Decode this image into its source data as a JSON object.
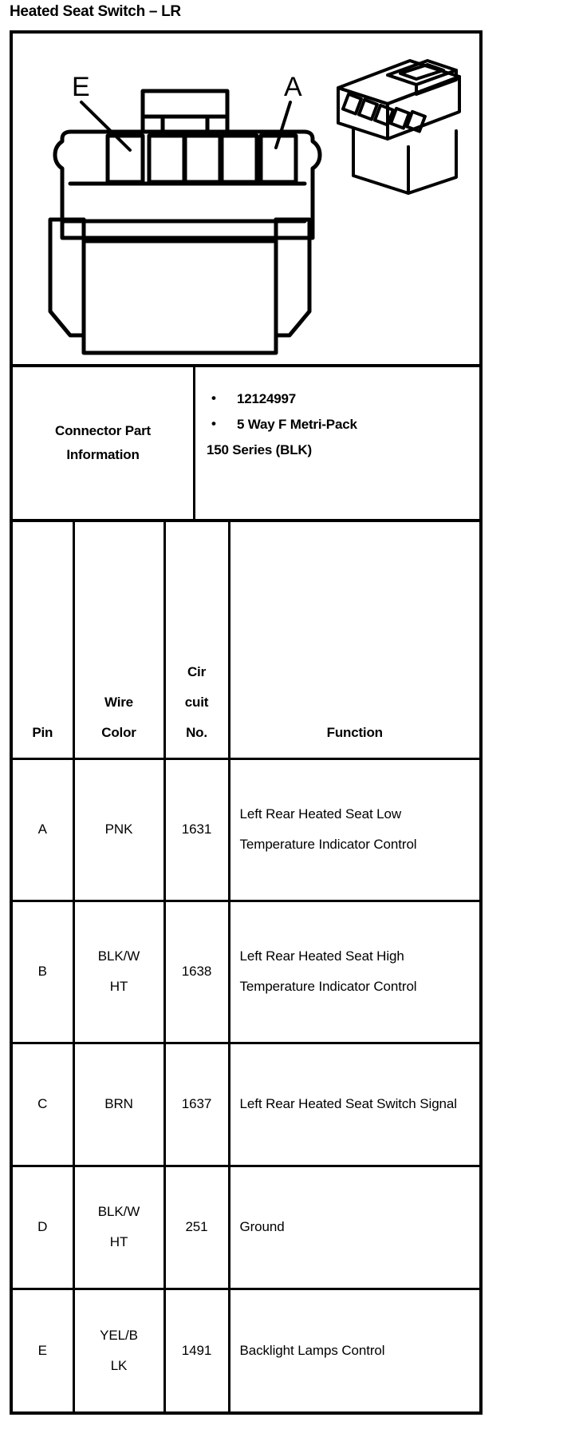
{
  "document": {
    "title": "Heated Seat Switch – LR"
  },
  "diagram": {
    "name": "connector-face-view",
    "callouts": [
      {
        "label": "E",
        "cavity": 1
      },
      {
        "label": "A",
        "cavity": 5
      }
    ],
    "cavity_count": 5,
    "inset_view": "isometric-connector-view"
  },
  "connector_part": {
    "label_line1": "Connector Part",
    "label_line2": "Information",
    "bullet": "•",
    "items": [
      "12124997",
      "5 Way F Metri-Pack"
    ],
    "continuation": "150 Series (BLK)"
  },
  "pin_table": {
    "headers": {
      "pin": "Pin",
      "wire_line1": "Wire",
      "wire_line2": "Color",
      "circuit_line1": "Cir",
      "circuit_line2": "cuit",
      "circuit_line3": "No.",
      "function": "Function"
    },
    "rows": [
      {
        "pin": "A",
        "wire_line1": "PNK",
        "wire_line2": "",
        "circuit": "1631",
        "function": "Left Rear Heated Seat Low Temperature Indicator Control"
      },
      {
        "pin": "B",
        "wire_line1": "BLK/W",
        "wire_line2": "HT",
        "circuit": "1638",
        "function": "Left Rear Heated Seat High Temperature Indicator Control"
      },
      {
        "pin": "C",
        "wire_line1": "BRN",
        "wire_line2": "",
        "circuit": "1637",
        "function": "Left Rear Heated Seat Switch Signal"
      },
      {
        "pin": "D",
        "wire_line1": "BLK/W",
        "wire_line2": "HT",
        "circuit": "251",
        "function": "Ground"
      },
      {
        "pin": "E",
        "wire_line1": "YEL/B",
        "wire_line2": "LK",
        "circuit": "1491",
        "function": "Backlight Lamps Control"
      }
    ]
  },
  "colors": {
    "ink": "#000000",
    "paper": "#ffffff"
  }
}
